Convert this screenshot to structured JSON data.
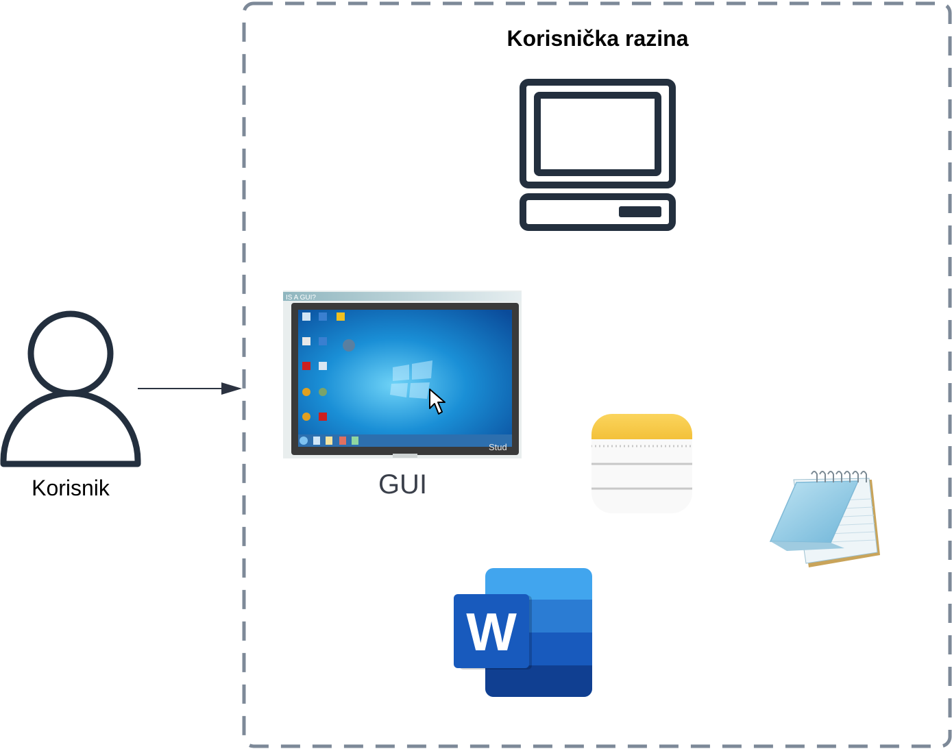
{
  "group": {
    "title": "Korisnička razina"
  },
  "actor": {
    "label": "Korisnik",
    "icon": "user-icon"
  },
  "gui": {
    "label": "GUI",
    "screenshot_banner": "IS A GUI?",
    "watermark": "Stud"
  },
  "icons": [
    "computer-icon",
    "notes-app-icon",
    "notepad-icon",
    "word-icon"
  ],
  "colors": {
    "outline": "#232f3e",
    "group_border": "#7d8998",
    "connector": "#2b3240",
    "notes_yellow": "#f7c84a",
    "word_blue": "#185abd"
  }
}
